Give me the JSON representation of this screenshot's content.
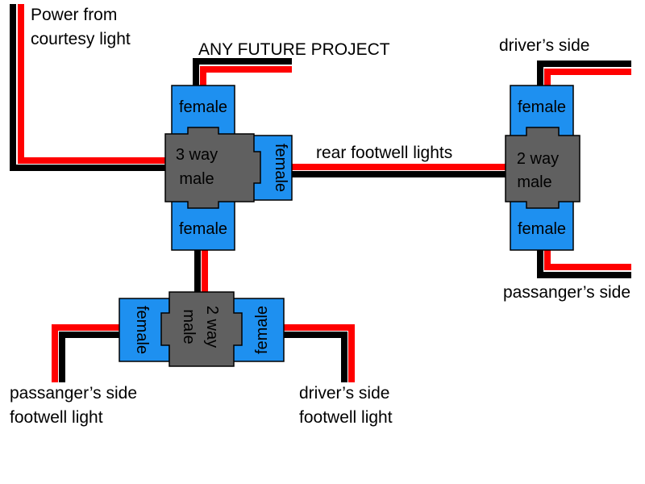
{
  "colors": {
    "wire_black": "#000000",
    "wire_red": "#ff0000",
    "female": "#1e90f0",
    "male": "#606060",
    "outline": "#000000",
    "background": "#ffffff"
  },
  "labels": {
    "power_source": [
      "Power from",
      "courtesy light"
    ],
    "future_project": "ANY FUTURE PROJECT",
    "rear_footwell": "rear footwell lights",
    "driver_side_top": "driver’s side",
    "passenger_side_right": "passanger’s side",
    "passenger_footwell": [
      "passanger’s side",
      "footwell light"
    ],
    "driver_footwell": [
      "driver’s side",
      "footwell light"
    ]
  },
  "connectors": {
    "three_way": {
      "male": [
        "3 way",
        "male"
      ],
      "female_top": "female",
      "female_right": "female",
      "female_bottom": "female"
    },
    "two_way_right": {
      "male": [
        "2 way",
        "male"
      ],
      "female_top": "female",
      "female_bottom": "female"
    },
    "two_way_bottom": {
      "male": [
        "2 way",
        "male"
      ],
      "female_left": "female",
      "female_right": "female"
    }
  }
}
